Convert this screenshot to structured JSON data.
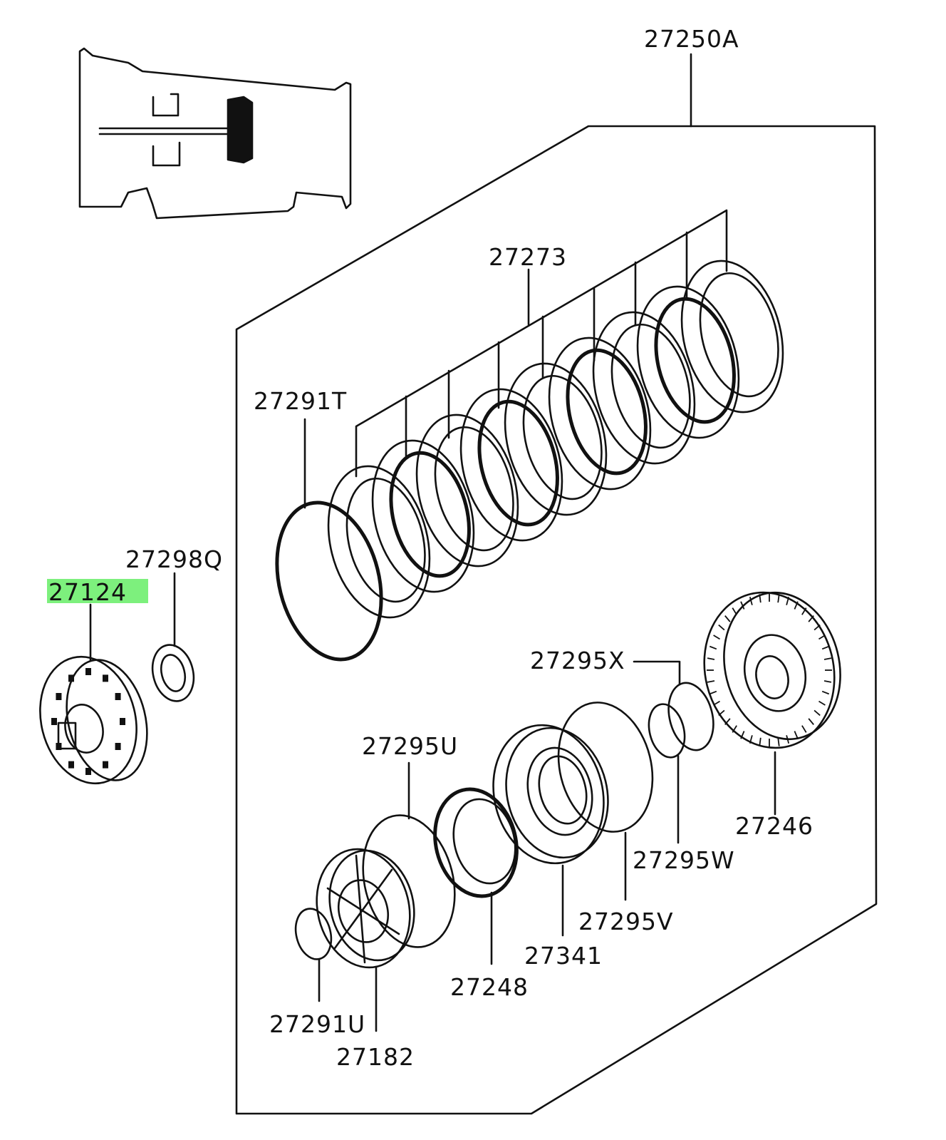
{
  "diagram": {
    "highlight_color": "#7df07d",
    "labels": {
      "assembly": "27250A",
      "plates": "27273",
      "snap_ring_t": "27291T",
      "washer_q": "27298Q",
      "hub_highlighted": "27124",
      "seal_x": "27295X",
      "seal_u": "27295U",
      "drum": "27246",
      "seal_w": "27295W",
      "seal_v": "27295V",
      "piston": "27341",
      "spring_ret": "27248",
      "snap_ring_u": "27291U",
      "plate_182": "27182"
    }
  }
}
